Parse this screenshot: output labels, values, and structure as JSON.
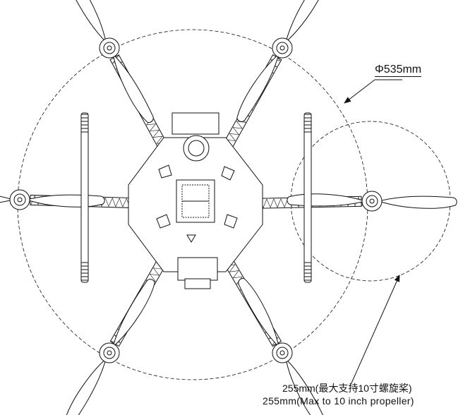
{
  "title": "Hexacopter frame top view",
  "labels": {
    "diameter": "Φ535mm",
    "prop_cn": "255mm(最大支持10寸螺旋桨)",
    "prop_en": "255mm(Max to 10 inch propeller)"
  },
  "colors": {
    "line": "#111111",
    "background": "#ffffff"
  }
}
